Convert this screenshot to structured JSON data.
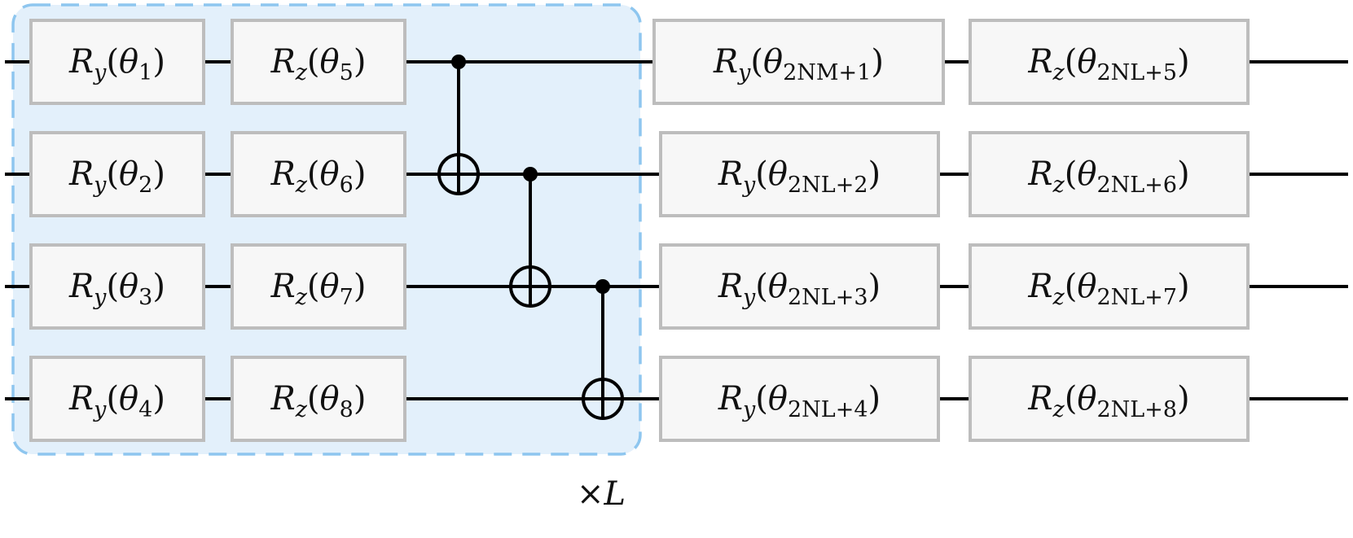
{
  "circuit": {
    "repeat_label": {
      "times": "×",
      "var": "L"
    },
    "gates": [
      [
        {
          "op": "R",
          "axis": "y",
          "param": "θ",
          "index": "1"
        },
        {
          "op": "R",
          "axis": "z",
          "param": "θ",
          "index": "5"
        },
        {
          "op": "R",
          "axis": "y",
          "param": "θ",
          "index": "2NM+1"
        },
        {
          "op": "R",
          "axis": "z",
          "param": "θ",
          "index": "2NL+5"
        }
      ],
      [
        {
          "op": "R",
          "axis": "y",
          "param": "θ",
          "index": "2"
        },
        {
          "op": "R",
          "axis": "z",
          "param": "θ",
          "index": "6"
        },
        {
          "op": "R",
          "axis": "y",
          "param": "θ",
          "index": "2NL+2"
        },
        {
          "op": "R",
          "axis": "z",
          "param": "θ",
          "index": "2NL+6"
        }
      ],
      [
        {
          "op": "R",
          "axis": "y",
          "param": "θ",
          "index": "3"
        },
        {
          "op": "R",
          "axis": "z",
          "param": "θ",
          "index": "7"
        },
        {
          "op": "R",
          "axis": "y",
          "param": "θ",
          "index": "2NL+3"
        },
        {
          "op": "R",
          "axis": "z",
          "param": "θ",
          "index": "2NL+7"
        }
      ],
      [
        {
          "op": "R",
          "axis": "y",
          "param": "θ",
          "index": "4"
        },
        {
          "op": "R",
          "axis": "z",
          "param": "θ",
          "index": "8"
        },
        {
          "op": "R",
          "axis": "y",
          "param": "θ",
          "index": "2NL+4"
        },
        {
          "op": "R",
          "axis": "z",
          "param": "θ",
          "index": "2NL+8"
        }
      ]
    ]
  }
}
